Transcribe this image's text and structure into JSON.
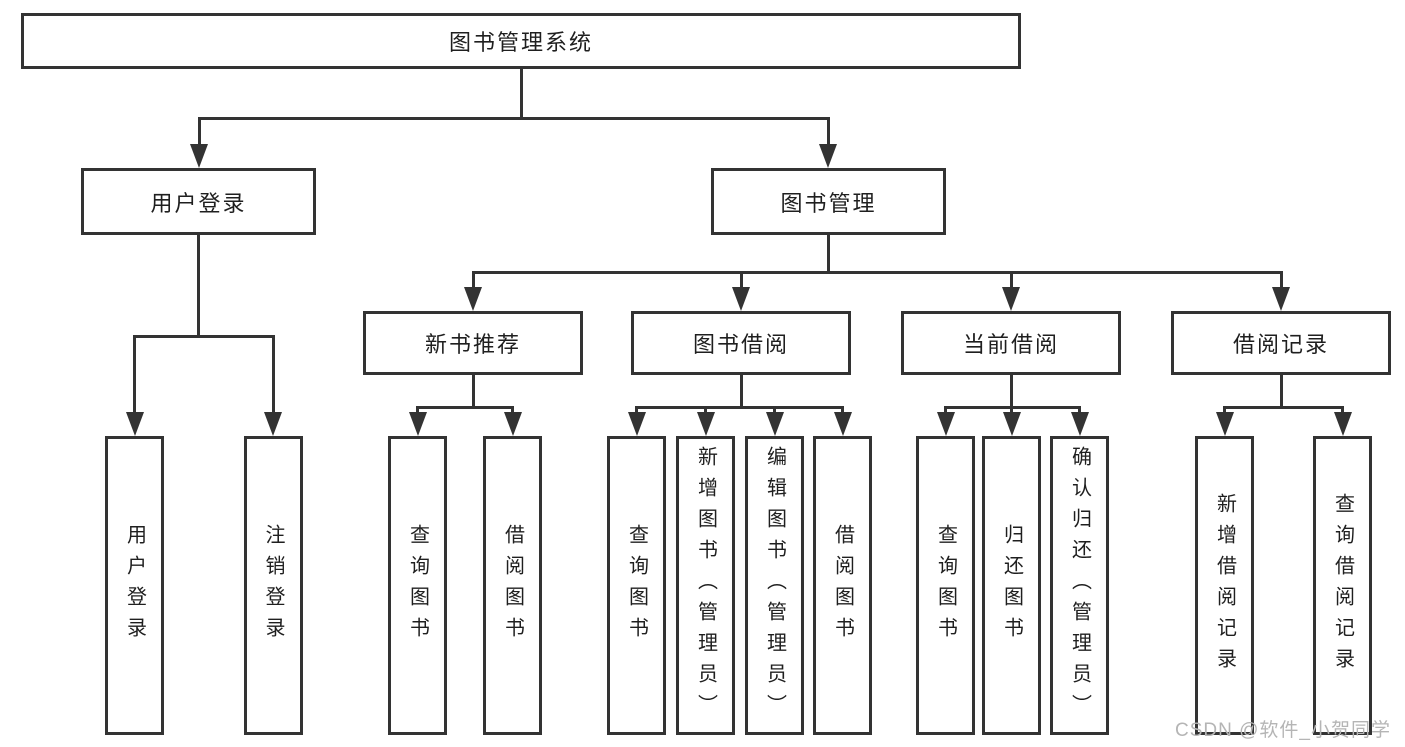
{
  "diagram": {
    "root": "图书管理系统",
    "level2": {
      "user_login": "用户登录",
      "book_management": "图书管理"
    },
    "level3": {
      "new_book_recommend": "新书推荐",
      "book_borrow": "图书借阅",
      "current_borrow": "当前借阅",
      "borrow_records": "借阅记录"
    },
    "leaves": {
      "user_login": [
        "用户登录",
        "注销登录"
      ],
      "new_book_recommend": [
        "查询图书",
        "借阅图书"
      ],
      "book_borrow": [
        "查询图书",
        "新增图书（管理员）",
        "编辑图书（管理员）",
        "借阅图书"
      ],
      "current_borrow": [
        "查询图书",
        "归还图书",
        "确认归还（管理员）"
      ],
      "borrow_records": [
        "新增借阅记录",
        "查询借阅记录"
      ]
    }
  },
  "watermark": "CSDN @软件_小贺同学",
  "colors": {
    "line": "#333333",
    "text": "#1f1f1f",
    "background": "#ffffff",
    "watermark": "#b5b5b5"
  }
}
